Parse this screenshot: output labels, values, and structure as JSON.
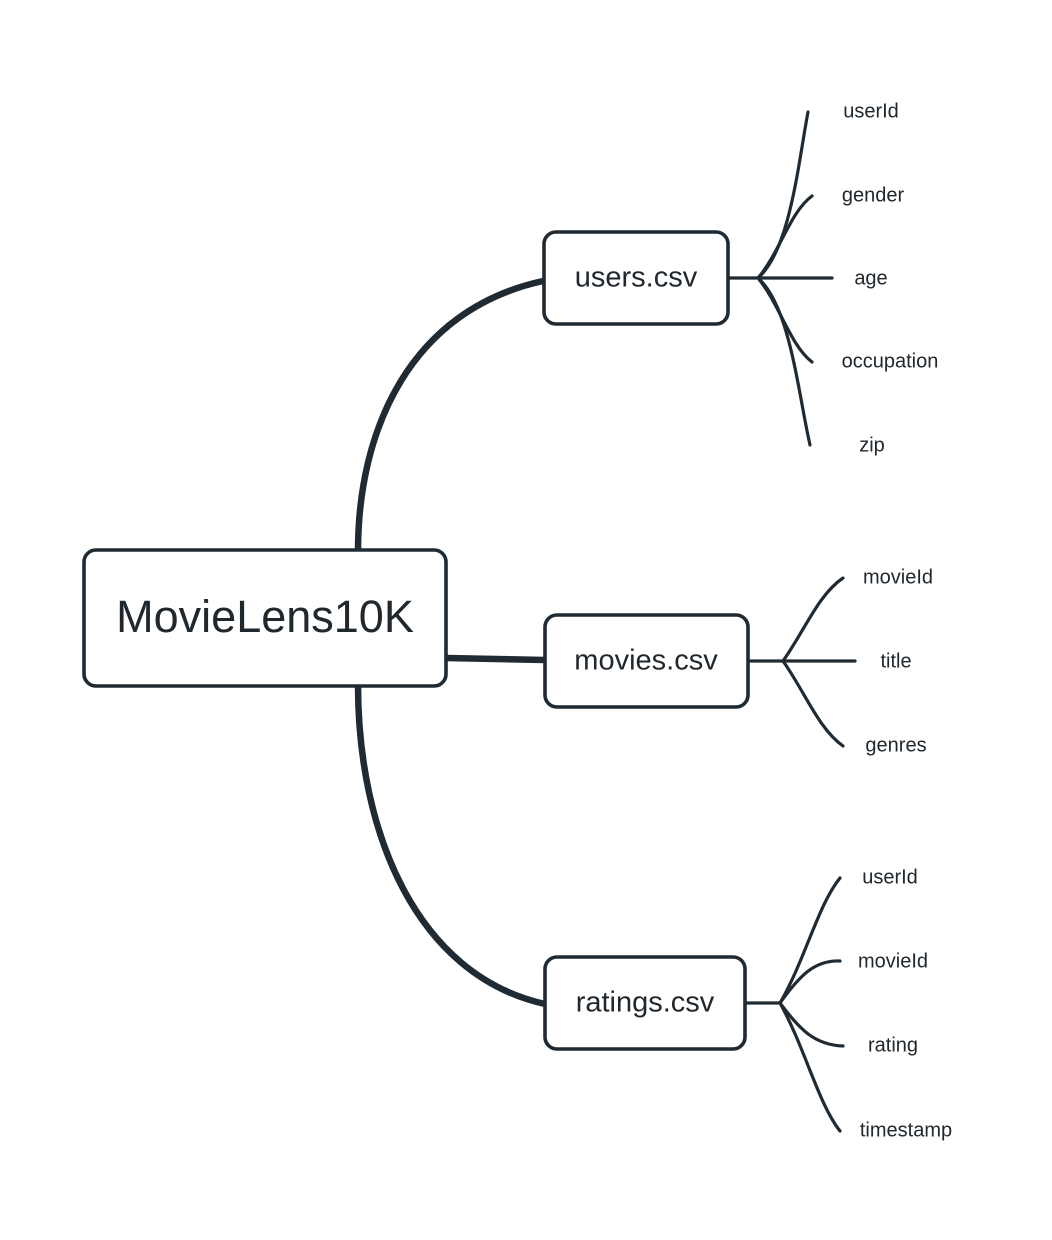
{
  "diagram": {
    "type": "mindmap",
    "title": "MovieLens10K dataset file/column mind map",
    "colors": {
      "stroke": "#1f2a32",
      "text": "#20282e",
      "background": "#ffffff"
    },
    "root": {
      "label": "MovieLens10K"
    },
    "branches": [
      {
        "label": "users.csv",
        "leaves": [
          {
            "label": "userId"
          },
          {
            "label": "gender"
          },
          {
            "label": "age"
          },
          {
            "label": "occupation"
          },
          {
            "label": "zip"
          }
        ]
      },
      {
        "label": "movies.csv",
        "leaves": [
          {
            "label": "movieId"
          },
          {
            "label": "title"
          },
          {
            "label": "genres"
          }
        ]
      },
      {
        "label": "ratings.csv",
        "leaves": [
          {
            "label": "userId"
          },
          {
            "label": "movieId"
          },
          {
            "label": "rating"
          },
          {
            "label": "timestamp"
          }
        ]
      }
    ]
  }
}
